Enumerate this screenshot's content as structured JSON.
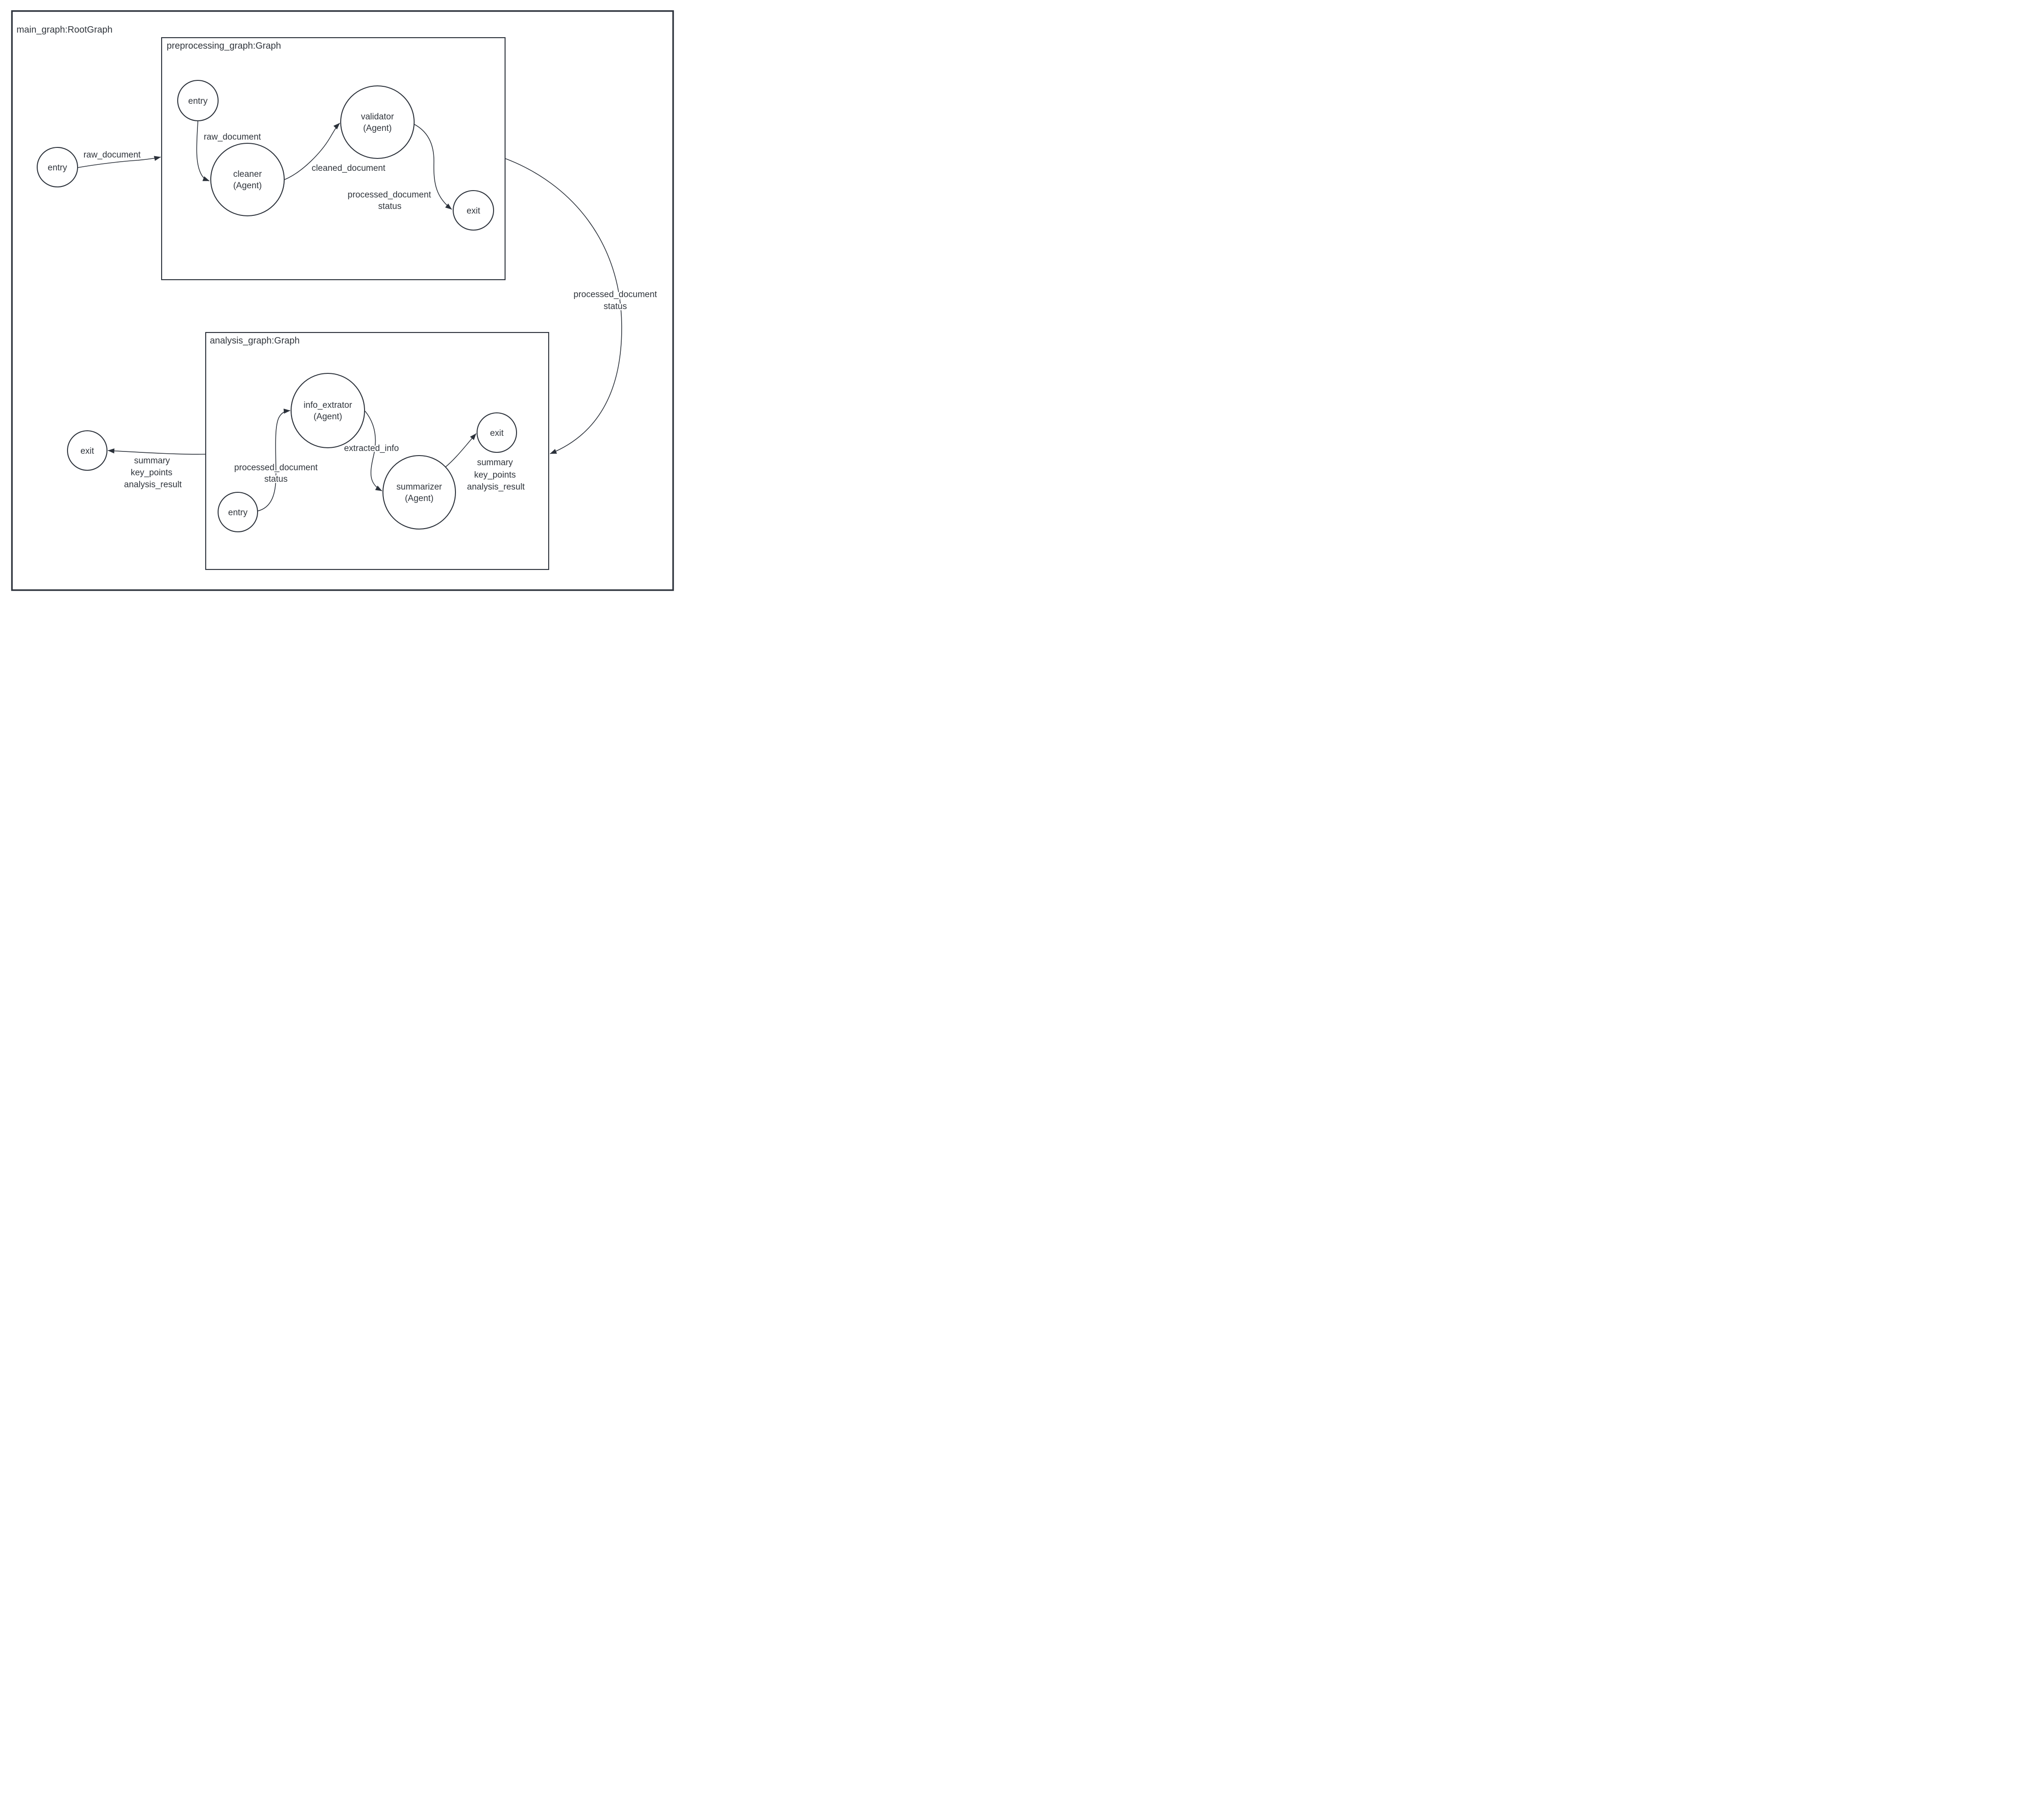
{
  "diagram": {
    "title": "main_graph:RootGraph",
    "colors": {
      "line": "#2b313a",
      "background": "#ffffff"
    },
    "subgraphs": {
      "preprocessing": {
        "title": "preprocessing_graph:Graph"
      },
      "analysis": {
        "title": "analysis_graph:Graph"
      }
    },
    "nodes": {
      "outer_entry": {
        "label": "entry"
      },
      "outer_exit": {
        "label": "exit"
      },
      "pre_entry": {
        "label": "entry"
      },
      "cleaner": {
        "line1": "cleaner",
        "line2": "(Agent)"
      },
      "validator": {
        "line1": "validator",
        "line2": "(Agent)"
      },
      "pre_exit": {
        "label": "exit"
      },
      "ana_entry": {
        "label": "entry"
      },
      "info_extrator": {
        "line1": "info_extrator",
        "line2": "(Agent)"
      },
      "summarizer": {
        "line1": "summarizer",
        "line2": "(Agent)"
      },
      "ana_exit": {
        "label": "exit"
      }
    },
    "edges": {
      "outer_entry_to_preprocessing": {
        "label": "raw_document"
      },
      "pre_entry_to_cleaner": {
        "label": "raw_document"
      },
      "cleaner_to_validator": {
        "label": "cleaned_document"
      },
      "validator_to_pre_exit": {
        "line1": "processed_document",
        "line2": "status"
      },
      "preprocessing_to_analysis": {
        "line1": "processed_document",
        "line2": "status"
      },
      "ana_entry_to_info_extrator": {
        "line1": "processed_document",
        "line2": "status"
      },
      "info_extrator_to_summarizer": {
        "label": "extracted_info"
      },
      "summarizer_to_ana_exit": {
        "line1": "summary",
        "line2": "key_points",
        "line3": "analysis_result"
      },
      "analysis_to_outer_exit": {
        "line1": "summary",
        "line2": "key_points",
        "line3": "analysis_result"
      }
    }
  }
}
